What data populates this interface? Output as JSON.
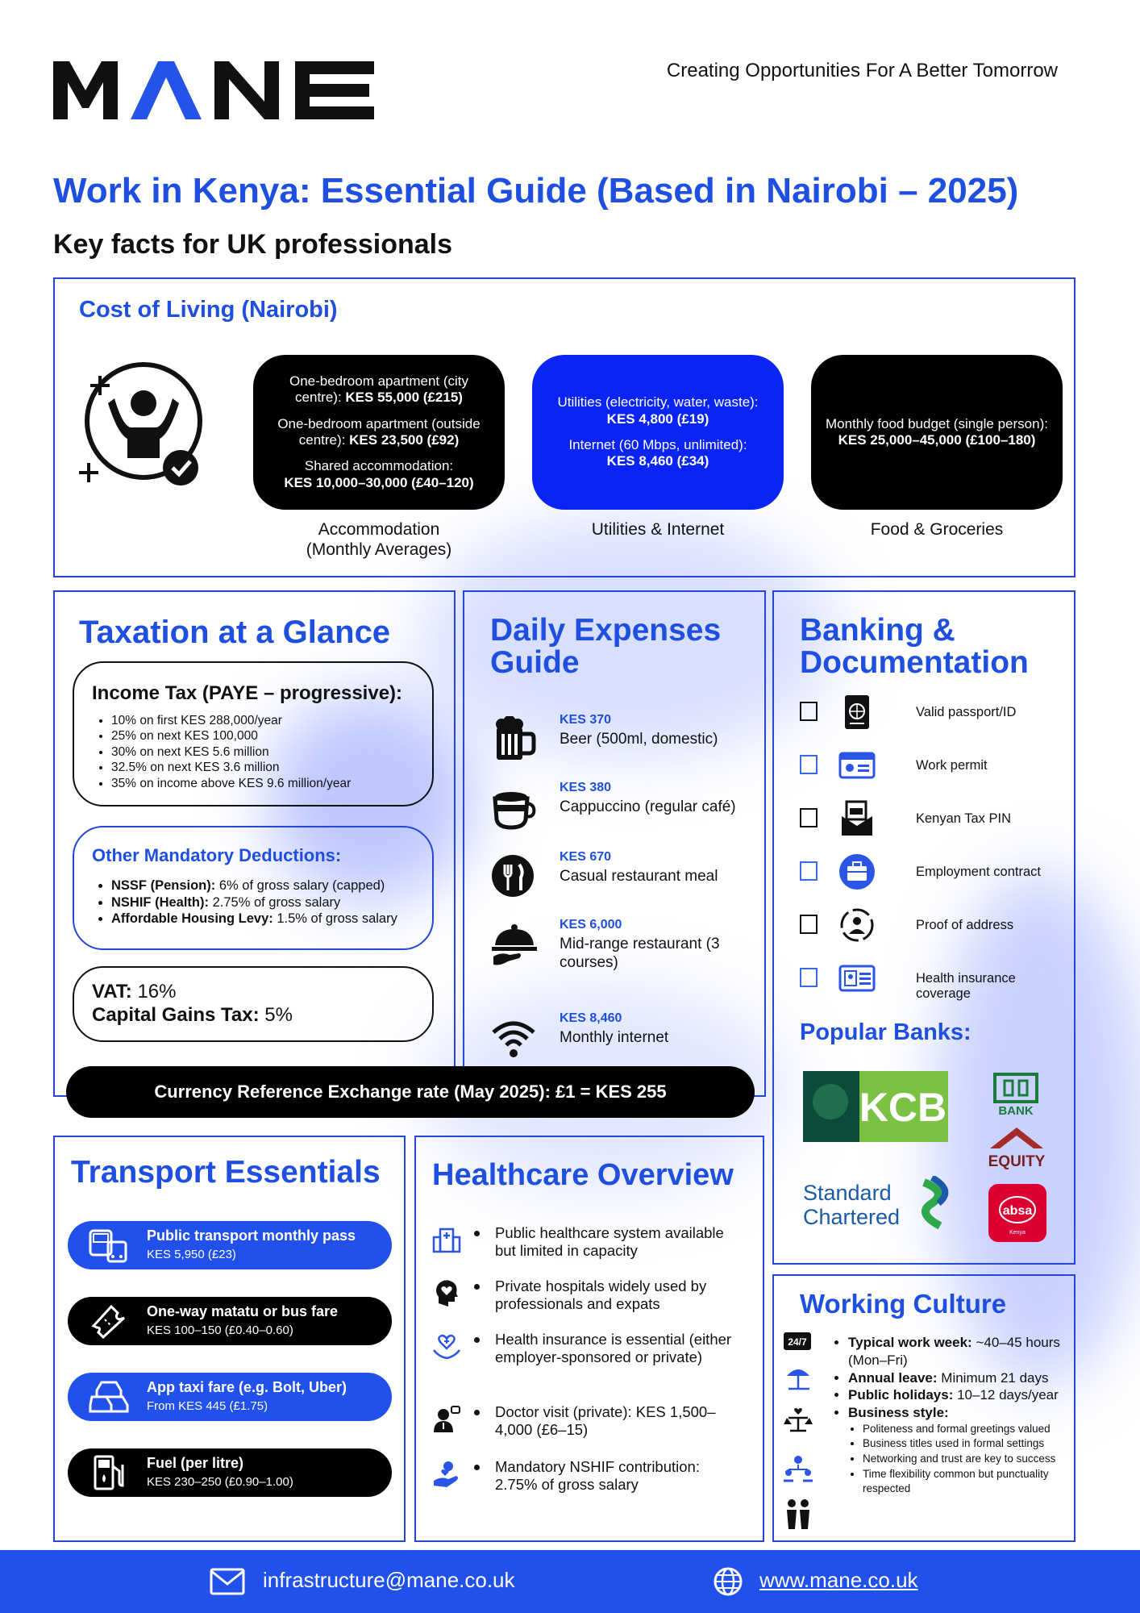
{
  "header": {
    "logo_text": "MANE",
    "tagline": "Creating Opportunities For A Better Tomorrow",
    "title": "Work in Kenya: Essential Guide (Based in Nairobi – 2025)",
    "subtitle": "Key facts for UK professionals"
  },
  "cost_of_living": {
    "title": "Cost of Living (Nairobi)",
    "icon": "happy-person-check-icon",
    "cards": [
      {
        "caption_line1": "Accommodation",
        "caption_line2": "(Monthly Averages)",
        "color": "#000000",
        "items": [
          {
            "label": "One-bedroom apartment (city centre):",
            "value": "KES 55,000 (£215)"
          },
          {
            "label": "One-bedroom apartment (outside centre):",
            "value": "KES 23,500 (£92)"
          },
          {
            "label": "Shared accommodation:",
            "value": "KES 10,000–30,000 (£40–120)"
          }
        ]
      },
      {
        "caption_line1": "Utilities & Internet",
        "color": "#0a24f5",
        "items": [
          {
            "label": "Utilities (electricity, water, waste):",
            "value": "KES 4,800 (£19)"
          },
          {
            "label": "Internet (60 Mbps, unlimited):",
            "value": "KES 8,460 (£34)"
          }
        ]
      },
      {
        "caption_line1": "Food & Groceries",
        "color": "#000000",
        "items": [
          {
            "label": "Monthly food budget (single person):",
            "value": "KES 25,000–45,000 (£100–180)"
          }
        ]
      }
    ]
  },
  "taxation": {
    "title": "Taxation at a Glance",
    "income_tax": {
      "heading": "Income Tax (PAYE – progressive):",
      "bands": [
        "10% on first KES 288,000/year",
        "25% on next KES 100,000",
        "30% on next KES 5.6 million",
        "32.5% on next KES 3.6 million",
        "35% on income above KES 9.6 million/year"
      ]
    },
    "other": {
      "heading": "Other Mandatory Deductions:",
      "items": [
        {
          "label": "NSSF (Pension):",
          "value": "6% of gross salary (capped)"
        },
        {
          "label": "NSHIF (Health):",
          "value": "2.75% of gross salary"
        },
        {
          "label": "Affordable Housing Levy:",
          "value": "1.5% of gross salary"
        }
      ]
    },
    "vat_label": "VAT:",
    "vat_value": "16%",
    "cgt_label": "Capital Gains Tax:",
    "cgt_value": "5%"
  },
  "daily": {
    "title_line1": "Daily Expenses",
    "title_line2": "Guide",
    "items": [
      {
        "icon": "beer-mug-icon",
        "amount": "KES 370",
        "label": "Beer (500ml, domestic)"
      },
      {
        "icon": "coffee-cup-icon",
        "amount": "KES 380",
        "label": "Cappuccino (regular café)"
      },
      {
        "icon": "plate-cutlery-icon",
        "amount": "KES 670",
        "label": "Casual restaurant meal"
      },
      {
        "icon": "food-cloche-icon",
        "amount": "KES 6,000",
        "label": "Mid-range restaurant (3 courses)"
      },
      {
        "icon": "wifi-icon",
        "amount": "KES 8,460",
        "label": "Monthly internet"
      }
    ]
  },
  "banking": {
    "title_line1": "Banking &",
    "title_line2": "Documentation",
    "docs": [
      {
        "icon": "passport-icon",
        "label": "Valid passport/ID",
        "checked": false
      },
      {
        "icon": "id-card-icon",
        "label": "Work permit",
        "checked": false
      },
      {
        "icon": "tax-envelope-icon",
        "label": "Kenyan Tax PIN",
        "checked": false
      },
      {
        "icon": "briefcase-icon",
        "label": "Employment contract",
        "checked": false
      },
      {
        "icon": "address-person-icon",
        "label": "Proof of address",
        "checked": false
      },
      {
        "icon": "insurance-card-icon",
        "label": "Health insurance coverage",
        "checked": false
      }
    ],
    "popular_title": "Popular Banks:",
    "banks": {
      "kcb": "KCB",
      "coop": "BANK",
      "equity": "EQUITY",
      "stanchart_1": "Standard",
      "stanchart_2": "Chartered",
      "absa": "absa",
      "absa_sub": "Kenya"
    }
  },
  "currency": {
    "label": "Currency Reference Exchange rate (May 2025): £1 = KES 255"
  },
  "transport": {
    "title": "Transport Essentials",
    "items": [
      {
        "icon": "bus-tram-icon",
        "title": "Public transport monthly pass",
        "detail": "KES 5,950 (£23)",
        "color": "#2150ea"
      },
      {
        "icon": "ticket-icon",
        "title": "One-way matatu or bus fare",
        "detail": "KES 100–150 (£0.40–0.60)",
        "color": "#000000"
      },
      {
        "icon": "taxi-cars-icon",
        "title": "App taxi fare (e.g. Bolt, Uber)",
        "detail": "From KES 445 (£1.75)",
        "color": "#2150ea"
      },
      {
        "icon": "fuel-pump-icon",
        "title": "Fuel (per litre)",
        "detail": "KES 230–250 (£0.90–1.00)",
        "color": "#000000"
      }
    ]
  },
  "healthcare": {
    "title": "Healthcare Overview",
    "items": [
      {
        "icon": "hospital-icon",
        "text": "Public healthcare system available but limited in capacity"
      },
      {
        "icon": "head-heart-icon",
        "text": "Private hospitals widely used by professionals and expats"
      },
      {
        "icon": "health-hands-icon",
        "text": "Health insurance is essential (either employer-sponsored or private)"
      },
      {
        "icon": "doctor-icon",
        "text": "Doctor visit (private): KES 1,500–4,000 (£6–15)"
      },
      {
        "icon": "care-person-icon",
        "text": "Mandatory NSHIF contribution: 2.75% of gross salary"
      }
    ]
  },
  "working": {
    "title": "Working Culture",
    "items": [
      {
        "label": "Typical work week:",
        "value": "~40–45 hours (Mon–Fri)"
      },
      {
        "label": "Annual leave:",
        "value": "Minimum 21 days"
      },
      {
        "label": "Public holidays:",
        "value": "10–12 days/year"
      },
      {
        "label": "Business style:",
        "value": ""
      }
    ],
    "style_points": [
      "Politeness and formal greetings valued",
      "Business titles used in formal settings",
      "Networking and trust are key to success",
      "Time flexibility common but punctuality respected"
    ],
    "icons": [
      "clock-24-7-icon",
      "beach-umbrella-icon",
      "scales-heart-icon",
      "team-network-icon",
      "family-icon"
    ],
    "badge_24_7": "24/7"
  },
  "footer": {
    "email": "infrastructure@mane.co.uk",
    "website": "www.mane.co.uk"
  }
}
